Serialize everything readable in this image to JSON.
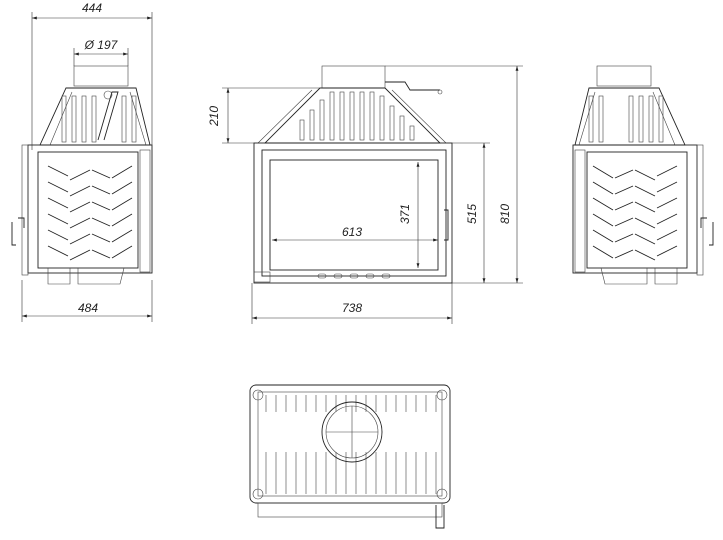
{
  "title": "Fireplace insert dimension drawing",
  "dimensions": {
    "side_depth_top": "444",
    "flue_diameter": "Ø 197",
    "side_depth_bottom": "484",
    "hood_height": "210",
    "glass_width": "613",
    "glass_height": "371",
    "body_height": "515",
    "total_height": "810",
    "total_width": "738"
  },
  "colors": {
    "line": "#222222",
    "background": "#ffffff"
  }
}
